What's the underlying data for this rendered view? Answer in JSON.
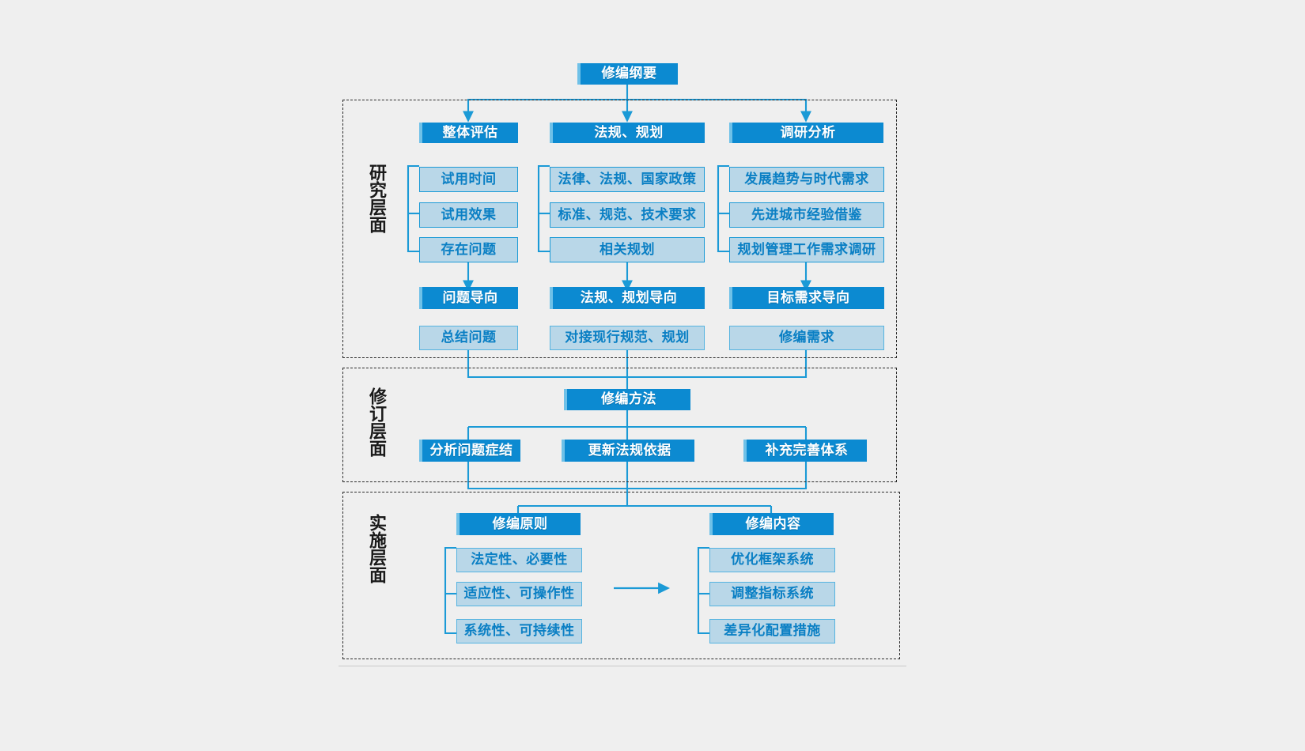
{
  "diagram": {
    "title_node": {
      "label": "修编纲要"
    },
    "layers": [
      {
        "id": "research",
        "label": "研究层面"
      },
      {
        "id": "revision",
        "label": "修订层面"
      },
      {
        "id": "implementation",
        "label": "实施层面"
      }
    ],
    "research_layer": {
      "columns": [
        {
          "header": "整体评估",
          "items": [
            "试用时间",
            "试用效果",
            "存在问题"
          ],
          "orientation": "问题导向",
          "outcome": "总结问题"
        },
        {
          "header": "法规、规划",
          "items": [
            "法律、法规、国家政策",
            "标准、规范、技术要求",
            "相关规划"
          ],
          "orientation": "法规、规划导向",
          "outcome": "对接现行规范、规划"
        },
        {
          "header": "调研分析",
          "items": [
            "发展趋势与时代需求",
            "先进城市经验借鉴",
            "规划管理工作需求调研"
          ],
          "orientation": "目标需求导向",
          "outcome": "修编需求"
        }
      ]
    },
    "revision_layer": {
      "header": "修编方法",
      "items": [
        "分析问题症结",
        "更新法规依据",
        "补充完善体系"
      ]
    },
    "implementation_layer": {
      "groups": [
        {
          "header": "修编原则",
          "items": [
            "法定性、必要性",
            "适应性、可操作性",
            "系统性、可持续性"
          ]
        },
        {
          "header": "修编内容",
          "items": [
            "优化框架系统",
            "调整指标系统",
            "差异化配置措施"
          ]
        }
      ],
      "connector_arrow": "right-arrow-icon"
    },
    "colors": {
      "accent_dark": "#0c8ad1",
      "accent_light": "#b9d7e8",
      "line": "#1b9ad6",
      "frame": "#2b2b2b",
      "background": "#efefef",
      "text_on_dark": "#ffffff",
      "text_on_light": "#0a7fc4"
    }
  }
}
